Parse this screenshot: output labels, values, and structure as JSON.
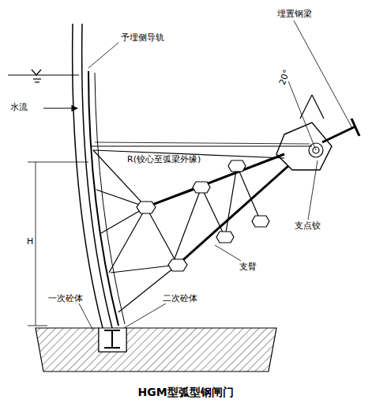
{
  "diagram": {
    "caption": "HGM型弧型钢闸门",
    "labels": [
      "予埋侧导轨",
      "埋置钢梁",
      "水流",
      "20°",
      "R(铰心至弧梁外缘)",
      "H",
      "支点铰",
      "支臂",
      "一次砼体",
      "二次砼体"
    ]
  }
}
